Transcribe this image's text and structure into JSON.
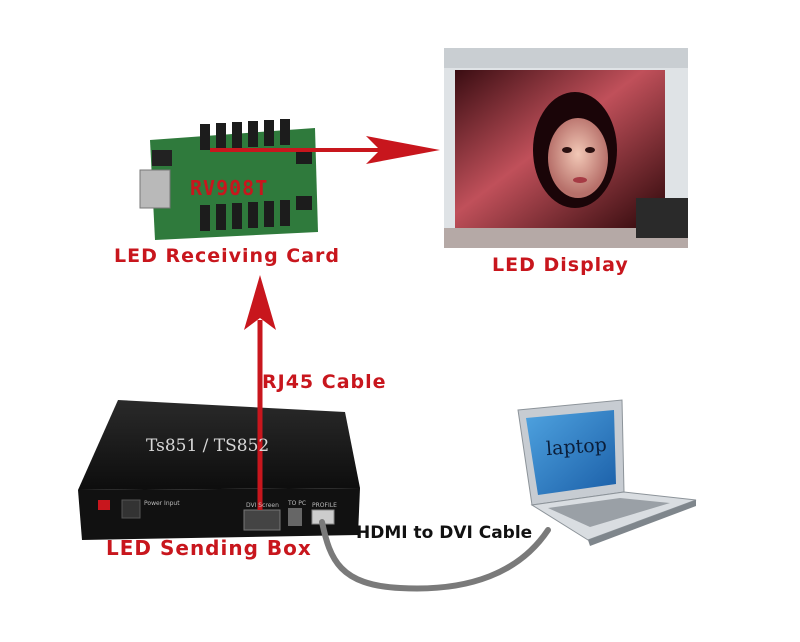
{
  "receiving_card": {
    "chip_text": "RV908T",
    "label": "LED Receiving Card"
  },
  "display": {
    "label": "LED Display"
  },
  "sending_box": {
    "model_text": "Ts851 / TS852",
    "label": "LED Sending Box",
    "port_labels": [
      "Power Input",
      "DVI Screen",
      "TO PC",
      "PROFILE"
    ]
  },
  "cables": {
    "rj45": "RJ45 Cable",
    "hdmi": "HDMI to DVI Cable"
  },
  "laptop": {
    "screen_text": "laptop"
  },
  "colors": {
    "arrow_red": "#c8161d",
    "pcb_green": "#2f7a3c",
    "cable_gray": "#7a7a7a"
  }
}
